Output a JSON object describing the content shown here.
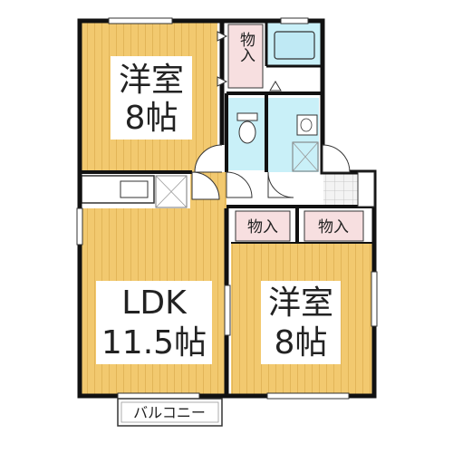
{
  "colors": {
    "floor_wood": "#f2c96f",
    "floor_stripe": "#e2b558",
    "wall": "#111111",
    "wet_area": "#c9f0f8",
    "storage": "#f7dfe0",
    "hall": "#ffffff",
    "tile": "#e8e8e8"
  },
  "rooms": {
    "western_top": {
      "name": "洋室",
      "size": "8帖"
    },
    "western_bottom": {
      "name": "洋室",
      "size": "8帖"
    },
    "ldk": {
      "name": "LDK",
      "size": "11.5帖"
    }
  },
  "storage": {
    "top_vertical": "物入",
    "left": "物入",
    "right": "物入"
  },
  "balcony": "バルコニー"
}
